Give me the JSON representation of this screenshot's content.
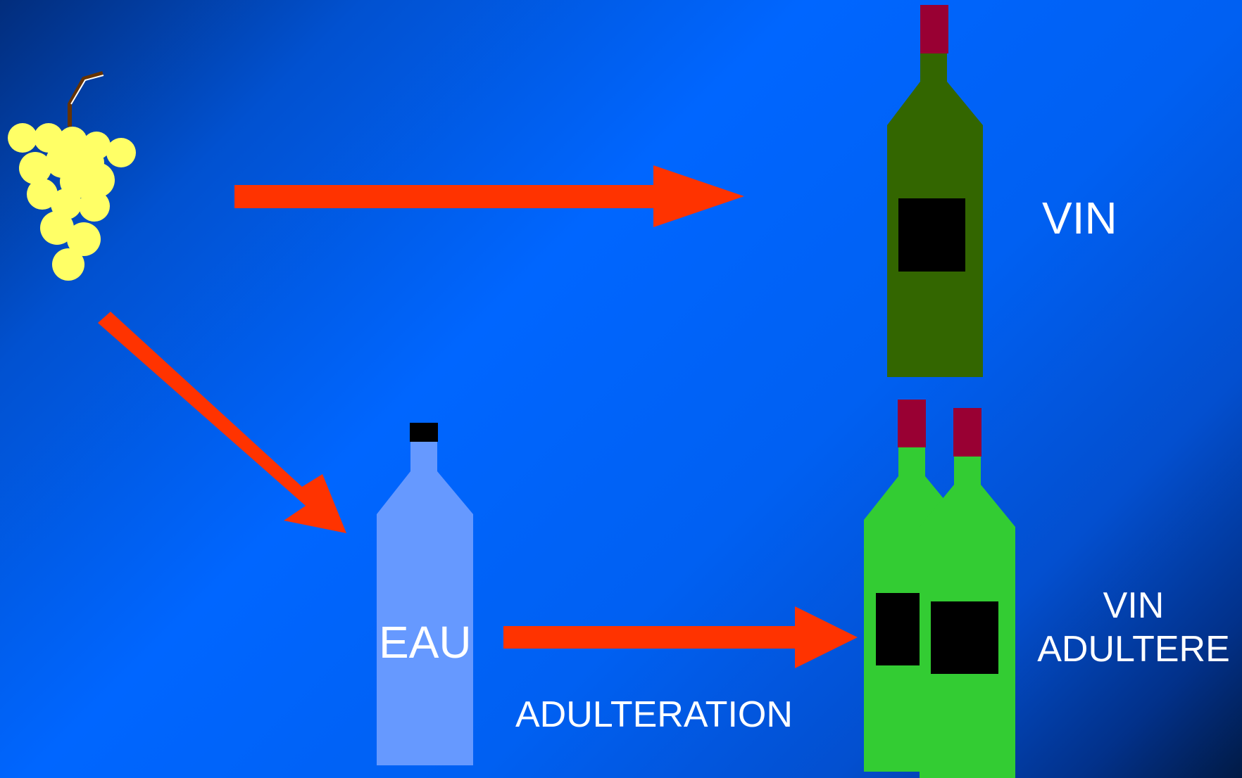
{
  "labels": {
    "wine": "VIN",
    "water": "EAU",
    "process": "ADULTERATION",
    "adulterated_line1": "VIN",
    "adulterated_line2": "ADULTERE"
  },
  "colors": {
    "arrow": "#ff3300",
    "grape": "#ffff66",
    "stem": "#663300",
    "wine_bottle": "#336600",
    "capsule": "#990033",
    "water_bottle": "#6699ff",
    "water_cap": "#000000",
    "adulterated_bottle": "#33cc33",
    "bottle_label": "#000000",
    "text": "#ffffff"
  }
}
